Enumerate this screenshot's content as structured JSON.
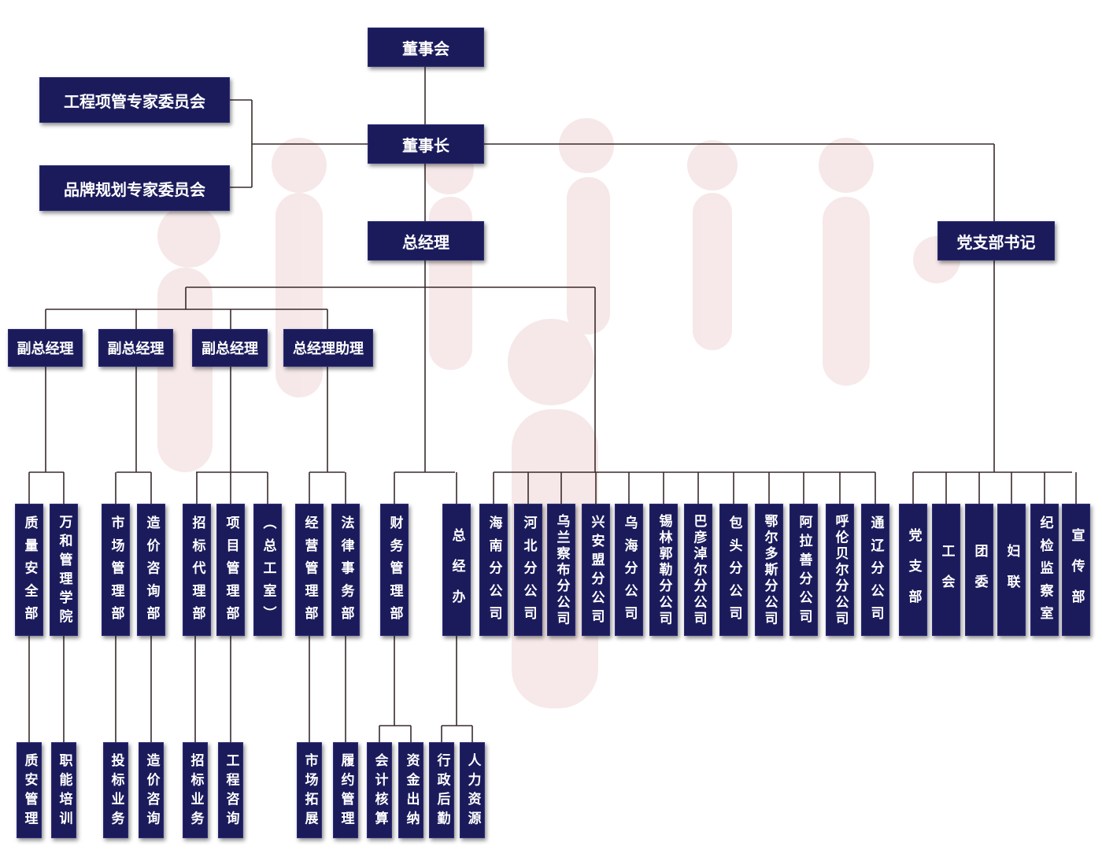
{
  "top": {
    "board": "董事会",
    "chairman": "董事长",
    "gm": "总经理",
    "party_secretary": "党支部书记",
    "committee_engineering": "工程项管专家委员会",
    "committee_brand": "品牌规划专家委员会"
  },
  "middle": [
    "副总经理",
    "副总经理",
    "副总经理",
    "总经理助理"
  ],
  "departments": [
    "质量安全部",
    "万和管理学院",
    "市场管理部",
    "造价咨询部",
    "招标代理部",
    "项目管理部",
    "（总工室）",
    "经营管理部",
    "法律事务部",
    "财务管理部",
    "总经办",
    "海南分公司",
    "河北分公司",
    "乌兰察布分公司",
    "兴安盟分公司",
    "乌海分公司",
    "锡林郭勒分公司",
    "巴彦淖尔分公司",
    "包头分公司",
    "鄂尔多斯分公司",
    "阿拉善分公司",
    "呼伦贝尔分公司",
    "通辽分公司",
    "党支部",
    "工会",
    "团委",
    "妇联",
    "纪检监察室",
    "宣传部"
  ],
  "sub_units": [
    "质安管理",
    "职能培训",
    "投标业务",
    "造价咨询",
    "招标业务",
    "工程咨询",
    "市场拓展",
    "履约管理",
    "会计核算",
    "资金出纳",
    "行政后勤",
    "人力资源"
  ],
  "colors": {
    "box": "#1b1b5c",
    "line": "#3a2a2a",
    "watermark": "#f3dede"
  }
}
